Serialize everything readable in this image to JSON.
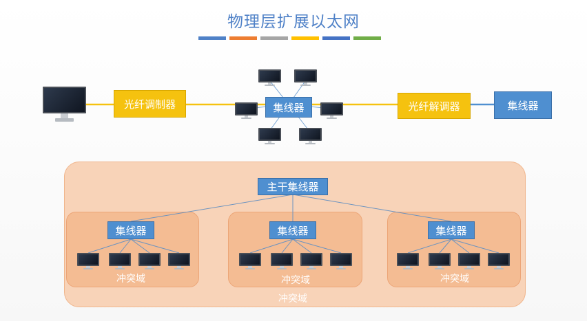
{
  "title": "物理层扩展以太网",
  "title_bar_colors": [
    "#4f81c7",
    "#ed7d31",
    "#a5a5a5",
    "#ffc000",
    "#4472c4",
    "#70ad47"
  ],
  "top_diagram": {
    "modulator": "光纤调制器",
    "center_hub": "集线器",
    "demodulator": "光纤解调器",
    "right_hub": "集线器"
  },
  "bottom_diagram": {
    "main_hub": "主干集线器",
    "hubs": [
      "集线器",
      "集线器",
      "集线器"
    ],
    "domain_labels": [
      "冲突域",
      "冲突域",
      "冲突域"
    ],
    "outer_domain_label": "冲突域"
  },
  "colors": {
    "hub_blue": "#4f8fd0",
    "converter_yellow": "#f5c20f",
    "fiber_line": "#f5c20f",
    "domain_outer": "#f8d3b8",
    "domain_inner": "#f4bc93"
  }
}
